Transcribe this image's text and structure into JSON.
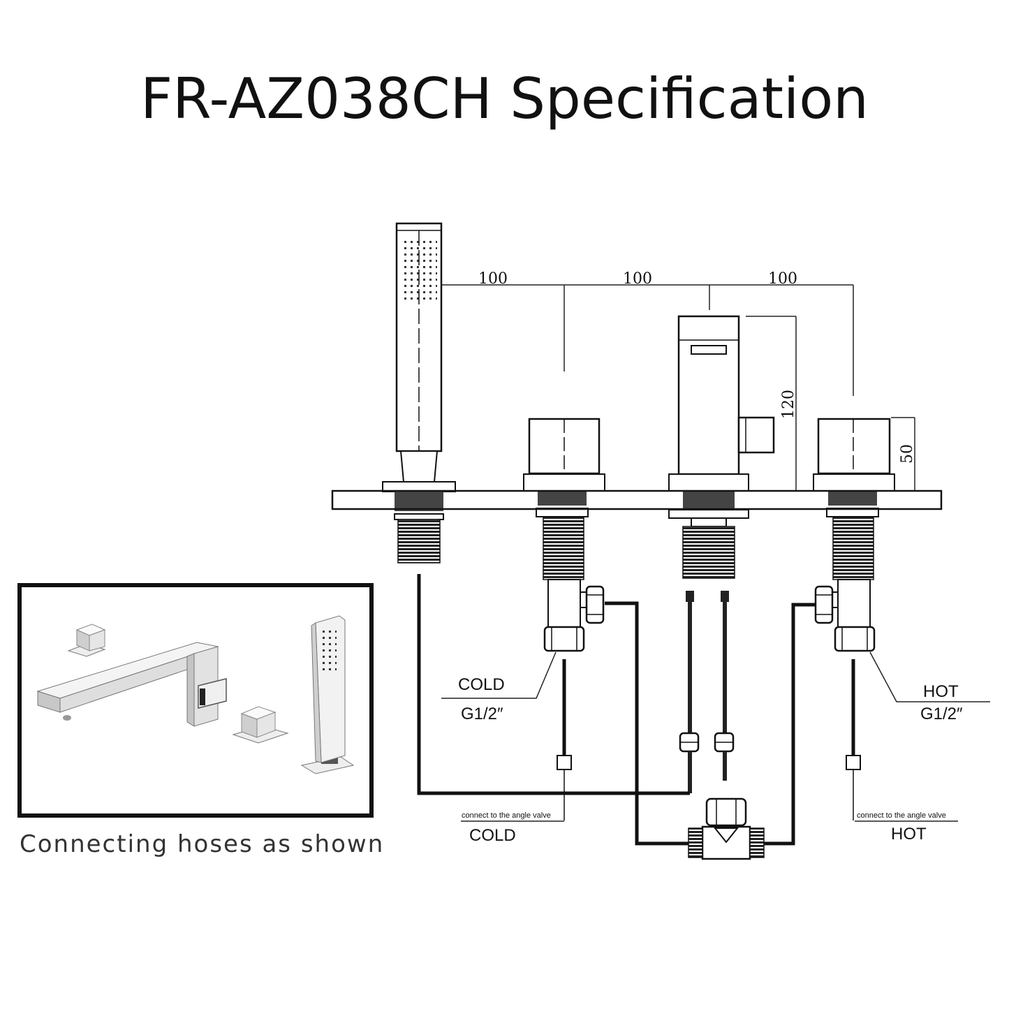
{
  "title": "FR-AZ038CH Specification",
  "dimensions": {
    "spacing_1": "100",
    "spacing_2": "100",
    "spacing_3": "100",
    "spout_height": "120",
    "handle_height": "50"
  },
  "labels": {
    "cold_inlet": "COLD",
    "cold_thread": "G1/2″",
    "hot_inlet": "HOT",
    "hot_thread": "G1/2″",
    "cold_note": "connect to the angle valve",
    "cold_supply": "COLD",
    "hot_note": "connect to the angle valve",
    "hot_supply": "HOT"
  },
  "inset_caption": "Connecting hoses as shown"
}
